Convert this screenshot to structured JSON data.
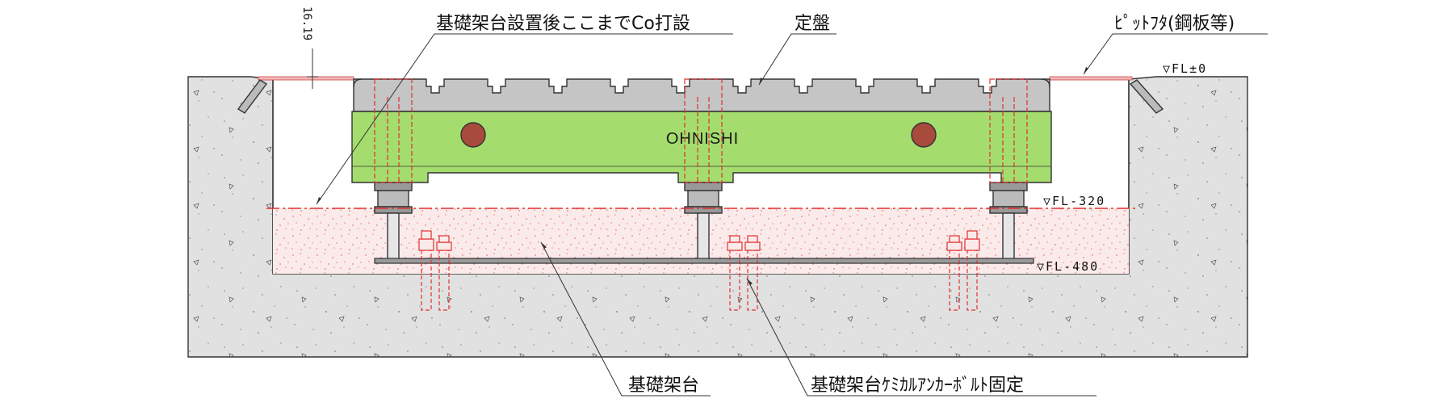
{
  "labels": {
    "top_left": "基礎架台設置後ここまでCo打設",
    "top_center": "定盤",
    "top_right": "ﾋﾟｯﾄﾌﾀ(鋼板等)",
    "bottom_left": "基礎架台",
    "bottom_right": "基礎架台ｹﾐｶﾙｱﾝｶｰﾎﾞﾙﾄ固定"
  },
  "levels": {
    "fl0": "▽FL±0",
    "fl320": "▽FL-320",
    "fl480": "▽FL-480"
  },
  "dimension": "16.19",
  "brand": "OHNISHI",
  "colors": {
    "concrete": "#e1e1e1",
    "infill": "#fbeaea",
    "table_top": "#c5c5c5",
    "table_body": "#a4dd6e",
    "roller": "#a84a3c",
    "hidden_line": "#e23030"
  }
}
